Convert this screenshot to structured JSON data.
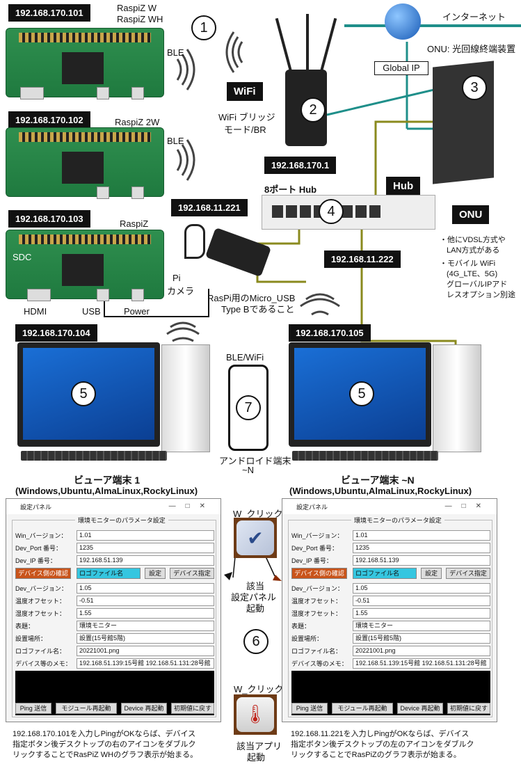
{
  "devices": {
    "pi1": {
      "ip": "192.168.170.101",
      "name_line1": "RaspiZ W",
      "name_line2": "RaspiZ WH",
      "ble": "BLE"
    },
    "pi2": {
      "ip": "192.168.170.102",
      "name": "RaspiZ 2W",
      "ble": "BLE"
    },
    "pi3": {
      "ip": "192.168.170.103",
      "name": "RaspiZ",
      "sdc": "SDC",
      "hdmi": "HDMI",
      "usb": "USB",
      "power": "Power"
    },
    "camera": {
      "label_line1": "Pi",
      "label_line2": "カメラ"
    },
    "usb_adapter": {
      "ip": "192.168.11.221",
      "note_line1": "RasPi用のMicro_USB",
      "note_line2": "Type Bであること"
    },
    "router": {
      "num": "2",
      "tag": "WiFi",
      "desc_line1": "WiFi ブリッジ",
      "desc_line2": "モード/BR",
      "ip": "192.168.170.1"
    },
    "hub": {
      "num": "4",
      "title": "8ポート Hub",
      "tag": "Hub"
    },
    "internet": {
      "label": "インターネット",
      "global_ip": "Global IP"
    },
    "onu": {
      "num": "3",
      "label": "ONU: 光回線終端装置",
      "tag": "ONU",
      "note1_line1": "・他にVDSL方式や",
      "note1_line2": "LAN方式がある",
      "note2_line1": "・モバイル WiFi",
      "note2_line2": "(4G_LTE、5G)",
      "note2_line3": "グローバルIPアド",
      "note2_line4": "レスオプション別途"
    },
    "hub_ip2": "192.168.11.222",
    "pc1": {
      "ip": "192.168.170.104",
      "num": "5",
      "title": "ビューア端末 1",
      "os": "(Windows,Ubuntu,AlmaLinux,RockyLinux)"
    },
    "pcN": {
      "ip": "192.168.170.105",
      "num": "5",
      "title": "ビューア端末 ~N",
      "os": "(Windows,Ubuntu,AlmaLinux,RockyLinux)"
    },
    "phone": {
      "top": "BLE/WiFi",
      "num": "7",
      "label_line1": "アンドロイド端末",
      "label_line2": "~N"
    }
  },
  "pi1_num": "1",
  "center": {
    "wclick1": "W_クリック",
    "desc_line1": "該当",
    "desc_line2": "設定パネル",
    "desc_line3": "起動",
    "num": "6",
    "wclick2": "W_クリック",
    "app_line1": "該当アプリ",
    "app_line2": "起動"
  },
  "panel": {
    "window_title": "設定パネル",
    "group_title": "環境モニターのパラメータ設定",
    "win_version_label": "Win_バージョン：",
    "win_version": "1.01",
    "dev_port_label": "Dev_Port 番号：",
    "dev_port": "1235",
    "dev_ip_label": "Dev_IP 番号：",
    "dev_ip": "192.168.51.139",
    "confirm_btn": "デバイス側の確認",
    "logfile_select": "ロゴファイル名",
    "set_btn": "設定",
    "device_btn": "デバイス指定",
    "dev_version_label": "Dev_バージョン：",
    "dev_version": "1.05",
    "temp_offset_label": "温度オフセット：",
    "temp_offset": "-0.51",
    "humid_offset_label": "湿度オフセット：",
    "humid_offset": "1.55",
    "display_label": "表題：",
    "display": "環境モニター",
    "location_label": "設置場所：",
    "location": "設置(15号館5階)",
    "logo_label": "ロゴファイル名：",
    "logo": "20221001.png",
    "memo_label": "デバイス等のメモ：",
    "memo": "192.168.51.139:15号館 192.168.51.131:28号館",
    "btn_ping": "Ping 送信",
    "btn_module": "モジュール再起動",
    "btn_device": "Device 再起動",
    "btn_reset": "初期値に戻す"
  },
  "captions": {
    "left_line1": "192.168.170.101を入力しPingがOKならば、デバイス",
    "left_line2": "指定ボタン後デスクトップの右のアイコンをダブルク",
    "left_line3": "リックすることでRasPiZ WHのグラフ表示が始まる。",
    "right_line1": "192.168.11.221を入力しPingがOKならば、デバイス",
    "right_line2": "指定ボタン後デスクトップの左のアイコンをダブルク",
    "right_line3": "リックすることでRasPiZのグラフ表示が始まる。"
  },
  "colors": {
    "olive": "#8a8a1e",
    "teal": "#1f8f8a",
    "black": "#111111"
  }
}
